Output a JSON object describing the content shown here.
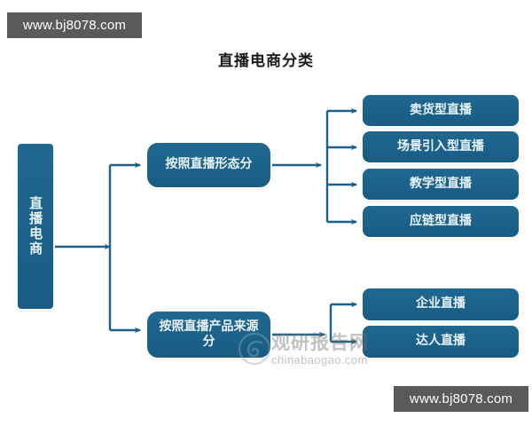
{
  "title": "直播电商分类",
  "badges": {
    "top_left": "www.bj8078.com",
    "bottom_right": "www.bj8078.com"
  },
  "watermark": {
    "name": "观研报告网",
    "domain": "chinabaogao.com",
    "logo_icon": "circular-swirl-logo-icon"
  },
  "colors": {
    "node_fill": "#1b6189",
    "node_text": "#eaf4fa",
    "connector": "#1b6189",
    "badge_bg": "#5a5a5a",
    "badge_text": "#ffffff",
    "title_text": "#1a1a1a",
    "page_bg": "#ffffff"
  },
  "diagram": {
    "type": "tree",
    "root": {
      "label": "直播电商",
      "orientation": "vertical-text"
    },
    "branches": [
      {
        "label": "按照直播形态分",
        "children": [
          {
            "label": "卖货型直播"
          },
          {
            "label": "场景引入型直播"
          },
          {
            "label": "教学型直播"
          },
          {
            "label": "应链型直播"
          }
        ]
      },
      {
        "label": "按照直播产品来源分",
        "children": [
          {
            "label": "企业直播"
          },
          {
            "label": "达人直播"
          }
        ]
      }
    ]
  }
}
